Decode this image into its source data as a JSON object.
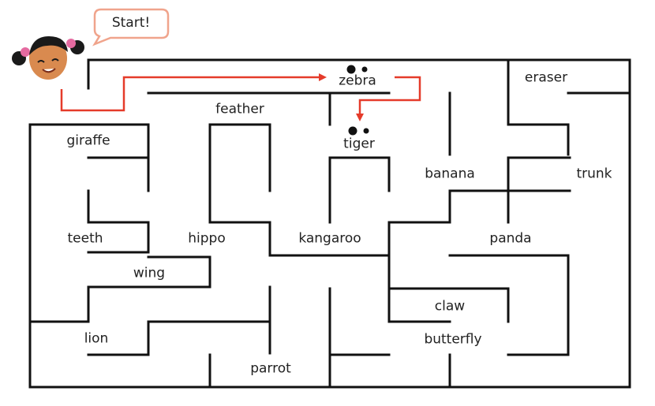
{
  "speech_bubble": {
    "text": "Start!"
  },
  "words": {
    "zebra": "zebra",
    "tiger": "tiger",
    "eraser": "eraser",
    "feather": "feather",
    "giraffe": "giraffe",
    "banana": "banana",
    "trunk": "trunk",
    "teeth": "teeth",
    "hippo": "hippo",
    "kangaroo": "kangaroo",
    "panda": "panda",
    "wing": "wing",
    "claw": "claw",
    "lion": "lion",
    "butterfly": "butterfly",
    "parrot": "parrot"
  },
  "colors": {
    "maze_wall": "#111111",
    "path_arrow": "#e53b2a",
    "bubble_stroke": "#f0a48c",
    "skin": "#d98a4f",
    "hair": "#1a1a1a"
  }
}
